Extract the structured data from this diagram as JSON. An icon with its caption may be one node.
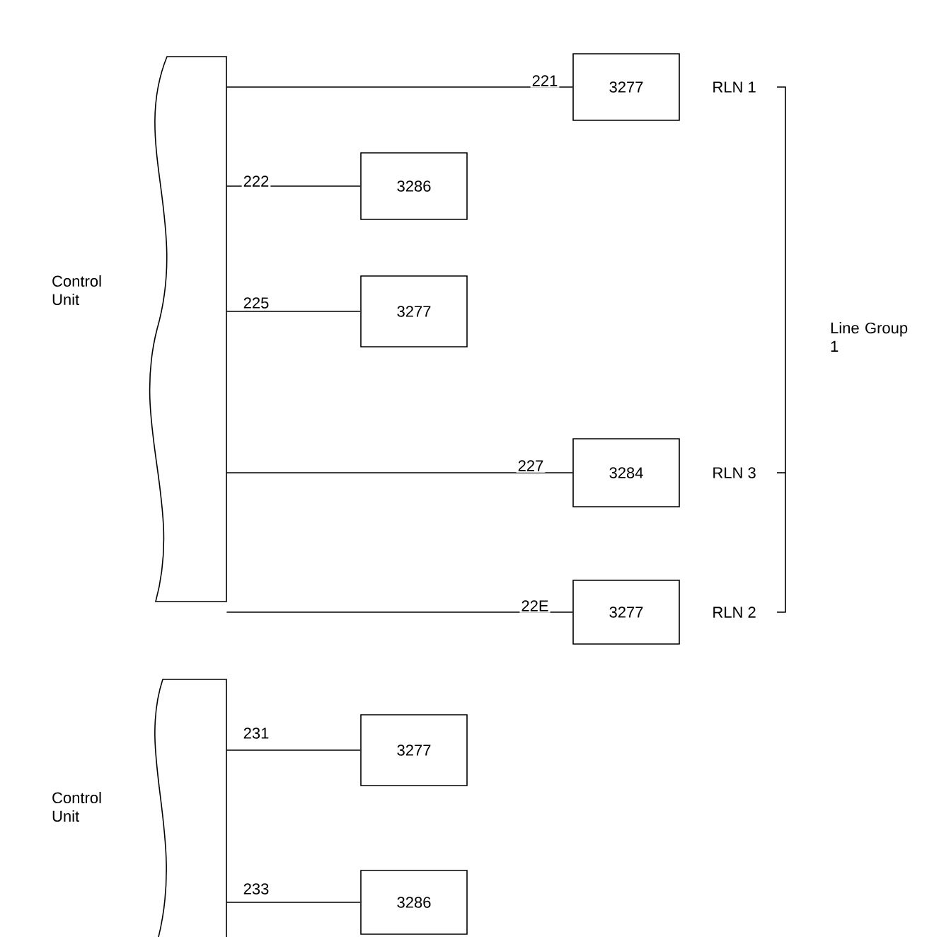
{
  "diagram": {
    "nodes": [
      {
        "text": [
          "Control Unit"
        ]
      },
      {
        "text": [
          "3277"
        ],
        "beside": [
          "RLN 1"
        ]
      },
      {
        "text": [
          "3286"
        ]
      },
      {
        "text": [
          "3277"
        ]
      },
      {
        "text": [
          "3284"
        ],
        "beside": [
          "RLN 3"
        ]
      },
      {
        "text": [
          "3277"
        ],
        "beside": [
          "RLN 2"
        ]
      },
      {
        "text": [
          "Control Unit"
        ]
      },
      {
        "text": [
          "3277"
        ]
      },
      {
        "text": [
          "3286"
        ]
      }
    ],
    "edges": [
      {
        "from": 0,
        "to": 1,
        "arrow": "none",
        "label": "221"
      },
      {
        "from": 0,
        "to": 2,
        "arrow": "none",
        "label": "222"
      },
      {
        "from": 0,
        "to": 3,
        "arrow": "none",
        "label": "225"
      },
      {
        "from": 0,
        "to": 4,
        "arrow": "none",
        "label": "227"
      },
      {
        "from": 0,
        "to": 5,
        "arrow": "none",
        "label": "22E"
      },
      {
        "from": 6,
        "to": 7,
        "arrow": "none",
        "label": "231"
      },
      {
        "from": 6,
        "to": 8,
        "arrow": "none",
        "label": "233"
      }
    ],
    "labels": [
      "Line Group 1"
    ]
  }
}
